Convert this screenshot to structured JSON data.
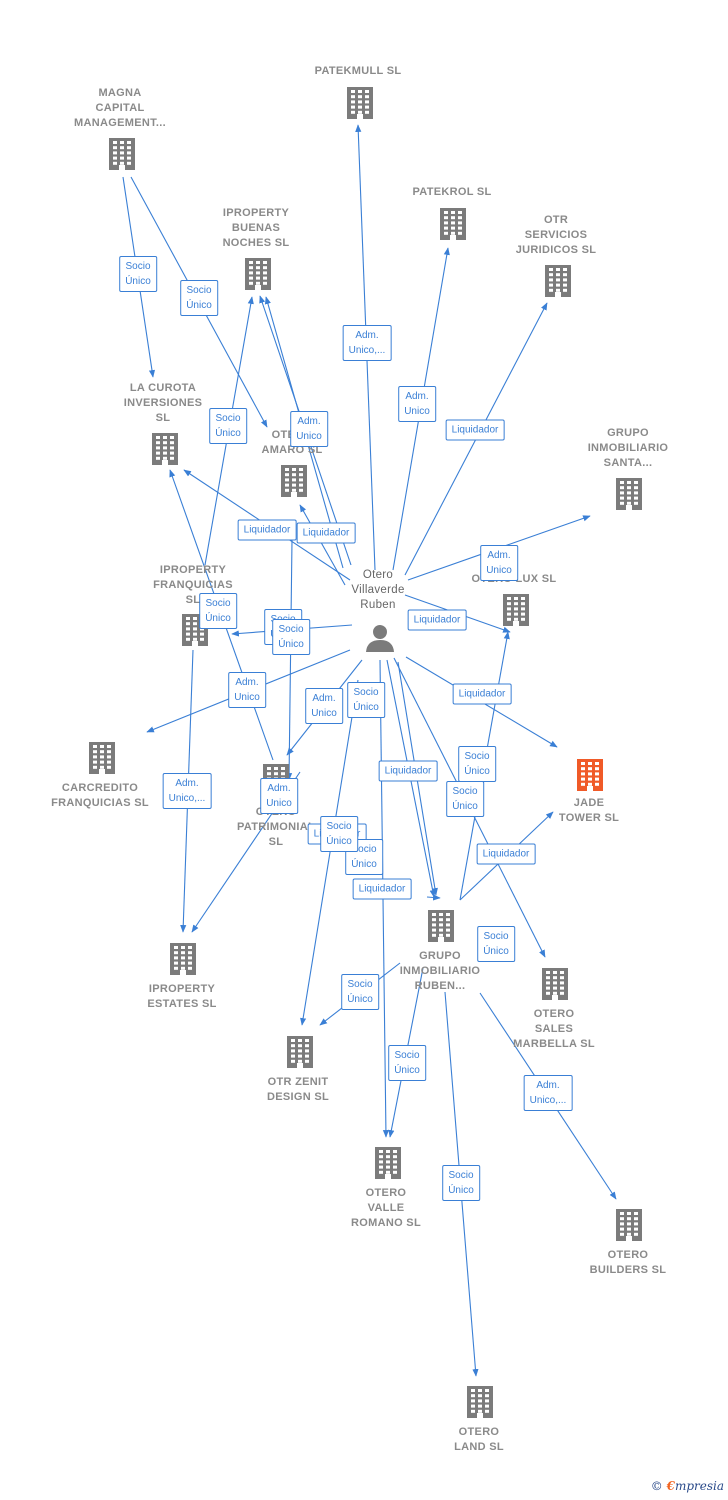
{
  "colors": {
    "edge": "#3a7fd5",
    "building": "#7b7b7b",
    "highlight": "#f05a28",
    "person": "#7b7b7b"
  },
  "person": {
    "label": "Otero\nVillaverde\nRuben",
    "icon": "person-icon"
  },
  "nodes": [
    {
      "id": "patekmull",
      "label": "PATEKMULL  SL"
    },
    {
      "id": "magna",
      "label": "MAGNA\nCAPITAL\nMANAGEMENT..."
    },
    {
      "id": "patekrol",
      "label": "PATEKROL  SL"
    },
    {
      "id": "otr_servicios",
      "label": "OTR\nSERVICIOS\nJURIDICOS  SL"
    },
    {
      "id": "iproperty_buenas",
      "label": "IPROPERTY\nBUENAS\nNOCHES  SL"
    },
    {
      "id": "la_curota",
      "label": "LA CUROTA\nINVERSIONES\nSL"
    },
    {
      "id": "otero_amaro",
      "label": "OTERO\nAMARO  SL"
    },
    {
      "id": "grupo_santa",
      "label": "GRUPO\nINMOBILIARIO\nSANTA..."
    },
    {
      "id": "otero_lux",
      "label": "OTERO LUX  SL"
    },
    {
      "id": "iproperty_franq",
      "label": "IPROPERTY\nFRANQUICIAS\nSL"
    },
    {
      "id": "carcredito",
      "label": "CARCREDITO\nFRANQUICIAS SL"
    },
    {
      "id": "jade",
      "label": "JADE\nTOWER  SL",
      "highlight": true
    },
    {
      "id": "otero_patrimonial",
      "label": "OTERO\nPATRIMONIAL\nSL"
    },
    {
      "id": "iproperty_estates",
      "label": "IPROPERTY\nESTATES  SL"
    },
    {
      "id": "grupo_ruben",
      "label": "GRUPO\nINMOBILIARIO\nRUBEN..."
    },
    {
      "id": "otero_sales",
      "label": "OTERO\nSALES\nMARBELLA  SL"
    },
    {
      "id": "otr_zenit",
      "label": "OTR ZENIT\nDESIGN  SL"
    },
    {
      "id": "otero_valle",
      "label": "OTERO\nVALLE\nROMANO  SL"
    },
    {
      "id": "otero_builders",
      "label": "OTERO\nBUILDERS  SL"
    },
    {
      "id": "otero_land",
      "label": "OTERO\nLAND  SL"
    }
  ],
  "edge_labels": [
    {
      "id": "e1",
      "text": "Adm.\nUnico,..."
    },
    {
      "id": "e2",
      "text": "Socio\nÚnico"
    },
    {
      "id": "e3",
      "text": "Socio\nÚnico"
    },
    {
      "id": "e4",
      "text": "Adm.\nUnico"
    },
    {
      "id": "e5",
      "text": "Liquidador"
    },
    {
      "id": "e6",
      "text": "Socio\nÚnico"
    },
    {
      "id": "e7",
      "text": "Adm.\nUnico"
    },
    {
      "id": "e8",
      "text": "Liquidador"
    },
    {
      "id": "e9",
      "text": "Liquidador"
    },
    {
      "id": "e10",
      "text": "Adm.\nUnico"
    },
    {
      "id": "e11",
      "text": "Liquidador"
    },
    {
      "id": "e12",
      "text": "Socio\nÚnico"
    },
    {
      "id": "e13",
      "text": "Socio\nÚnico"
    },
    {
      "id": "e14",
      "text": "Socio\nÚnico"
    },
    {
      "id": "e15",
      "text": "Adm.\nUnico"
    },
    {
      "id": "e16",
      "text": "Adm.\nUnico"
    },
    {
      "id": "e17",
      "text": "Socio\nÚnico"
    },
    {
      "id": "e18",
      "text": "Liquidador"
    },
    {
      "id": "e19",
      "text": "Liquidador"
    },
    {
      "id": "e20",
      "text": "Socio\nÚnico"
    },
    {
      "id": "e21",
      "text": "Socio\nÚnico"
    },
    {
      "id": "e22",
      "text": "Adm.\nUnico"
    },
    {
      "id": "e23",
      "text": "Liquidador"
    },
    {
      "id": "e24",
      "text": "Socio\nÚnico"
    },
    {
      "id": "e25",
      "text": "Liquidador"
    },
    {
      "id": "e26",
      "text": "Liquidador"
    },
    {
      "id": "e27",
      "text": "Socio\nÚnico"
    },
    {
      "id": "e28",
      "text": "Socio\nÚnico"
    },
    {
      "id": "e29",
      "text": "Socio\nÚnico"
    },
    {
      "id": "e30",
      "text": "Socio\nÚnico"
    },
    {
      "id": "e31",
      "text": "Adm.\nUnico,..."
    },
    {
      "id": "e32",
      "text": "Adm.\nUnico,..."
    },
    {
      "id": "e33",
      "text": "Socio\nÚnico"
    }
  ],
  "footer": {
    "copyright": "©",
    "brand_initial": "€",
    "brand_rest": "mpresia"
  }
}
